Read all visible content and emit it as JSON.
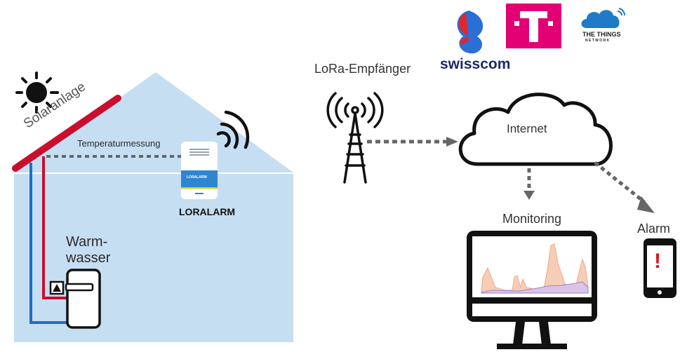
{
  "house": {
    "solar_label": "Solaranlage",
    "measurement_label": "Temperaturmessung",
    "device_label": "LORALARM",
    "device_brand": "LORALARM",
    "tank_label_line1": "Warm-",
    "tank_label_line2": "wasser"
  },
  "network": {
    "receiver_label": "LoRa-Empfänger",
    "cloud_label": "Internet",
    "monitoring_label": "Monitoring",
    "alarm_label": "Alarm",
    "alarm_symbol": "!"
  },
  "providers": {
    "swisscom": "swisscom",
    "telekom": "T",
    "ttn_line1": "THE THINGS",
    "ttn_line2": "N E T W O R K"
  },
  "colors": {
    "house_fill": "#c6def2",
    "solar_panel": "#c8102e",
    "hot_pipe": "#c8102e",
    "cold_pipe": "#1f6fc4",
    "arrow": "#666666",
    "telekom_magenta": "#e20074",
    "swisscom_navy": "#1b2a6b",
    "ttn_blue": "#1f7ac7",
    "alarm_red": "#e0141e"
  }
}
